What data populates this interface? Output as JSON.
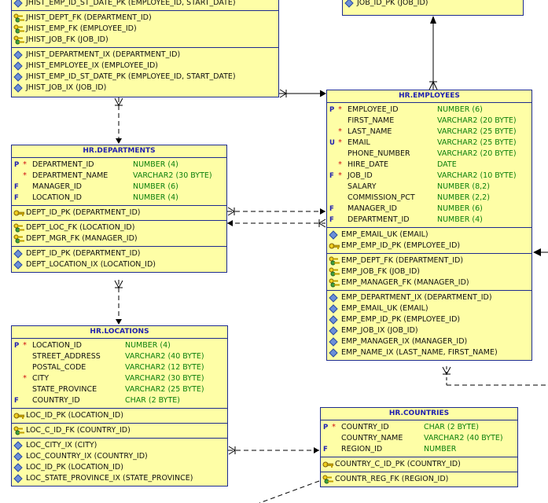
{
  "jhist_partial": {
    "top_row": "JHIST_EMP_ID_ST_DATE_PK (EMPLOYEE_ID, START_DATE)",
    "foreign_keys": [
      "JHIST_DEPT_FK (DEPARTMENT_ID)",
      "JHIST_EMP_FK (EMPLOYEE_ID)",
      "JHIST_JOB_FK (JOB_ID)"
    ],
    "indexes": [
      "JHIST_DEPARTMENT_IX (DEPARTMENT_ID)",
      "JHIST_EMPLOYEE_IX (EMPLOYEE_ID)",
      "JHIST_EMP_ID_ST_DATE_PK (EMPLOYEE_ID, START_DATE)",
      "JHIST_JOB_IX (JOB_ID)"
    ]
  },
  "jobs_partial": {
    "index_row": "JOB_ID_PK (JOB_ID)"
  },
  "departments": {
    "title": "HR.DEPARTMENTS",
    "columns": [
      {
        "flag": "P",
        "req": "*",
        "name": "DEPARTMENT_ID",
        "type": "NUMBER (4)"
      },
      {
        "flag": "",
        "req": "*",
        "name": "DEPARTMENT_NAME",
        "type": "VARCHAR2 (30 BYTE)"
      },
      {
        "flag": "F",
        "req": "",
        "name": "MANAGER_ID",
        "type": "NUMBER (6)"
      },
      {
        "flag": "F",
        "req": "",
        "name": "LOCATION_ID",
        "type": "NUMBER (4)"
      }
    ],
    "primary_keys": [
      "DEPT_ID_PK (DEPARTMENT_ID)"
    ],
    "foreign_keys": [
      "DEPT_LOC_FK (LOCATION_ID)",
      "DEPT_MGR_FK (MANAGER_ID)"
    ],
    "indexes": [
      "DEPT_ID_PK (DEPARTMENT_ID)",
      "DEPT_LOCATION_IX (LOCATION_ID)"
    ]
  },
  "employees": {
    "title": "HR.EMPLOYEES",
    "columns": [
      {
        "flag": "P",
        "req": "*",
        "name": "EMPLOYEE_ID",
        "type": "NUMBER (6)"
      },
      {
        "flag": "",
        "req": "",
        "name": "FIRST_NAME",
        "type": "VARCHAR2 (20 BYTE)"
      },
      {
        "flag": "",
        "req": "*",
        "name": "LAST_NAME",
        "type": "VARCHAR2 (25 BYTE)"
      },
      {
        "flag": "U",
        "req": "*",
        "name": "EMAIL",
        "type": "VARCHAR2 (25 BYTE)"
      },
      {
        "flag": "",
        "req": "",
        "name": "PHONE_NUMBER",
        "type": "VARCHAR2 (20 BYTE)"
      },
      {
        "flag": "",
        "req": "*",
        "name": "HIRE_DATE",
        "type": "DATE"
      },
      {
        "flag": "F",
        "req": "*",
        "name": "JOB_ID",
        "type": "VARCHAR2 (10 BYTE)"
      },
      {
        "flag": "",
        "req": "",
        "name": "SALARY",
        "type": "NUMBER (8,2)"
      },
      {
        "flag": "",
        "req": "",
        "name": "COMMISSION_PCT",
        "type": "NUMBER (2,2)"
      },
      {
        "flag": "F",
        "req": "",
        "name": "MANAGER_ID",
        "type": "NUMBER (6)"
      },
      {
        "flag": "F",
        "req": "",
        "name": "DEPARTMENT_ID",
        "type": "NUMBER (4)"
      }
    ],
    "keys_section": [
      {
        "kind": "uk",
        "text": "EMP_EMAIL_UK (EMAIL)"
      },
      {
        "kind": "pk",
        "text": "EMP_EMP_ID_PK (EMPLOYEE_ID)"
      }
    ],
    "foreign_keys": [
      "EMP_DEPT_FK (DEPARTMENT_ID)",
      "EMP_JOB_FK (JOB_ID)",
      "EMP_MANAGER_FK (MANAGER_ID)"
    ],
    "indexes": [
      "EMP_DEPARTMENT_IX (DEPARTMENT_ID)",
      "EMP_EMAIL_UK (EMAIL)",
      "EMP_EMP_ID_PK (EMPLOYEE_ID)",
      "EMP_JOB_IX (JOB_ID)",
      "EMP_MANAGER_IX (MANAGER_ID)",
      "EMP_NAME_IX (LAST_NAME, FIRST_NAME)"
    ]
  },
  "locations": {
    "title": "HR.LOCATIONS",
    "columns": [
      {
        "flag": "P",
        "req": "*",
        "name": "LOCATION_ID",
        "type": "NUMBER (4)"
      },
      {
        "flag": "",
        "req": "",
        "name": "STREET_ADDRESS",
        "type": "VARCHAR2 (40 BYTE)"
      },
      {
        "flag": "",
        "req": "",
        "name": "POSTAL_CODE",
        "type": "VARCHAR2 (12 BYTE)"
      },
      {
        "flag": "",
        "req": "*",
        "name": "CITY",
        "type": "VARCHAR2 (30 BYTE)"
      },
      {
        "flag": "",
        "req": "",
        "name": "STATE_PROVINCE",
        "type": "VARCHAR2 (25 BYTE)"
      },
      {
        "flag": "F",
        "req": "",
        "name": "COUNTRY_ID",
        "type": "CHAR (2 BYTE)"
      }
    ],
    "primary_keys": [
      "LOC_ID_PK (LOCATION_ID)"
    ],
    "foreign_keys": [
      "LOC_C_ID_FK (COUNTRY_ID)"
    ],
    "indexes": [
      "LOC_CITY_IX (CITY)",
      "LOC_COUNTRY_IX (COUNTRY_ID)",
      "LOC_ID_PK (LOCATION_ID)",
      "LOC_STATE_PROVINCE_IX (STATE_PROVINCE)"
    ]
  },
  "countries": {
    "title": "HR.COUNTRIES",
    "columns": [
      {
        "flag": "P",
        "req": "*",
        "name": "COUNTRY_ID",
        "type": "CHAR (2 BYTE)"
      },
      {
        "flag": "",
        "req": "",
        "name": "COUNTRY_NAME",
        "type": "VARCHAR2 (40 BYTE)"
      },
      {
        "flag": "F",
        "req": "",
        "name": "REGION_ID",
        "type": "NUMBER"
      }
    ],
    "primary_keys": [
      "COUNTRY_C_ID_PK (COUNTRY_ID)"
    ],
    "foreign_keys": [
      "COUNTR_REG_FK (REGION_ID)"
    ]
  },
  "colors": {
    "table_fill": "#fefea6",
    "table_border": "#1d2b8f",
    "title_text": "#2020b0",
    "type_text": "#0b7f0b",
    "required_mark": "#d01010"
  }
}
